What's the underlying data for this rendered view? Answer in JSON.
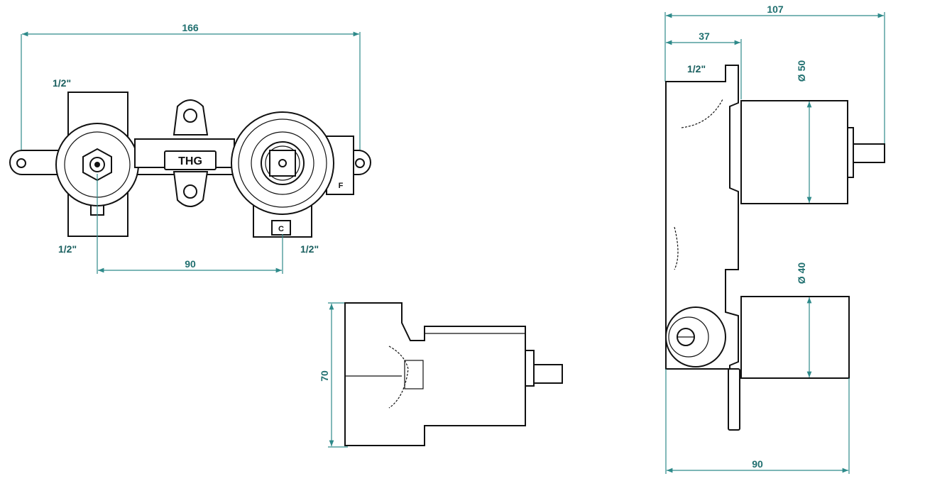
{
  "front_view": {
    "dim_overall": "166",
    "dim_centers": "90",
    "label_top_left": "1/2\"",
    "label_bottom_left": "1/2\"",
    "label_bottom_right": "1/2\"",
    "brand": "THG",
    "port_f": "F",
    "port_c": "C"
  },
  "side_view": {
    "dim_height": "70"
  },
  "right_view": {
    "dim_depth": "107",
    "dim_offset": "37",
    "dim_width": "90",
    "label_inlet": "1/2\"",
    "dia_upper": "Ø 50",
    "dia_lower": "Ø 40"
  },
  "colors": {
    "dimension": "#2e8a8a",
    "linework": "#111111"
  }
}
